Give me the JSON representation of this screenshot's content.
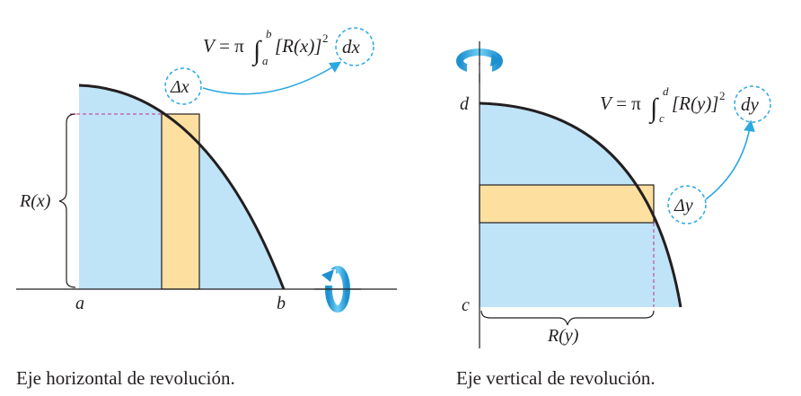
{
  "left_panel": {
    "formula": {
      "lhs": "V",
      "eq": " = π",
      "integral_sign": "∫",
      "upper": "b",
      "lower": "a",
      "integrand": "[R(x)]",
      "power": "2",
      "differential": "dx"
    },
    "delta_label": "Δx",
    "radius_label": "R(x)",
    "axis_label_a": "a",
    "axis_label_b": "b",
    "caption": "Eje horizontal de revolución."
  },
  "right_panel": {
    "formula": {
      "lhs": "V",
      "eq": " = π",
      "integral_sign": "∫",
      "upper": "d",
      "lower": "c",
      "integrand": "[R(y)]",
      "power": "2",
      "differential": "dy"
    },
    "delta_label": "Δy",
    "radius_label": "R(y)",
    "axis_label_c": "c",
    "axis_label_d": "d",
    "caption": "Eje vertical de revolución."
  },
  "colors": {
    "region_fill": "#bfe3f7",
    "rectangle_fill": "#fde0a0",
    "accent_cyan": "#2aa8df",
    "curve": "#231f20",
    "dashed_guide": "#c2308f"
  }
}
